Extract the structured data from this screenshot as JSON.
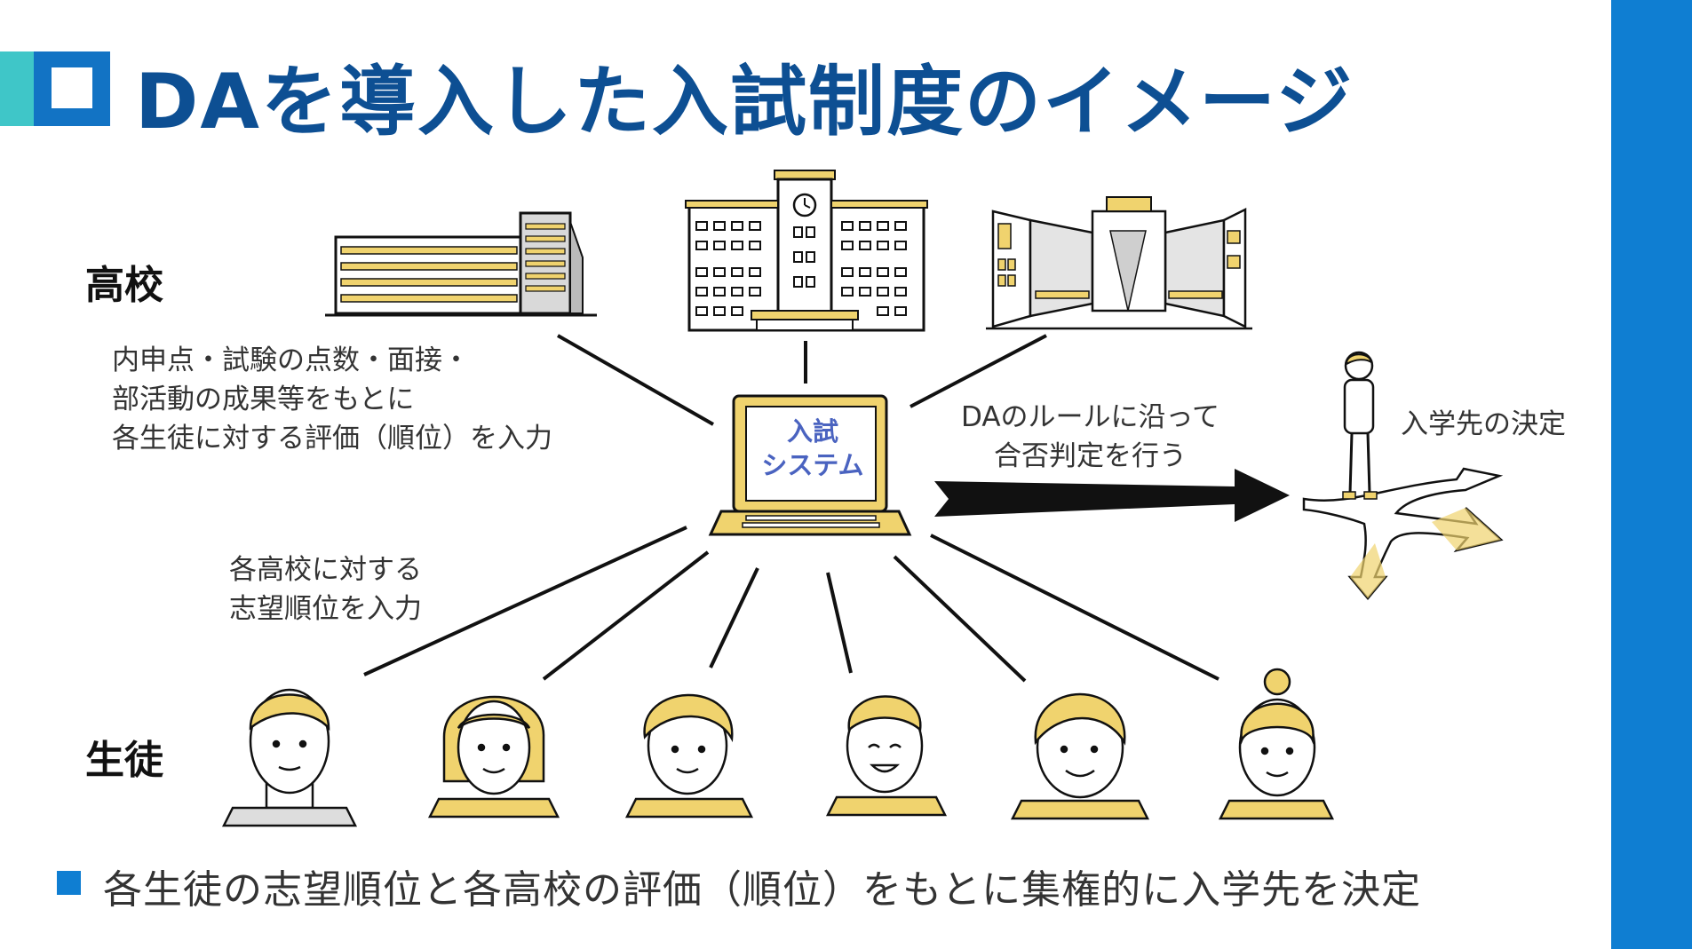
{
  "title": "DAを導入した入試制度のイメージ",
  "labels": {
    "high_school": "高校",
    "students": "生徒"
  },
  "notes": {
    "school_eval": [
      "内申点・試験の点数・面接・",
      "部活動の成果等をもとに",
      "各生徒に対する評価（順位）を入力"
    ],
    "student_pref": [
      "各高校に対する",
      "志望順位を入力"
    ],
    "da_rule": [
      "DAのルールに沿って",
      "合否判定を行う"
    ],
    "decision": "入学先の決定"
  },
  "system": {
    "line1": "入試",
    "line2": "システム"
  },
  "bullet": "各生徒の志望順位と各高校の評価（順位）をもとに集権的に入学先を決定",
  "colors": {
    "accent_yellow": "#f0d36e",
    "title_blue": "#0d4f93",
    "bar_blue": "#0f7ed2",
    "teal": "#3fc6c8"
  },
  "icons": [
    "building-icon",
    "clock-school-icon",
    "campus-icon",
    "laptop-icon",
    "person-crossroads-icon",
    "student-face-icon"
  ]
}
